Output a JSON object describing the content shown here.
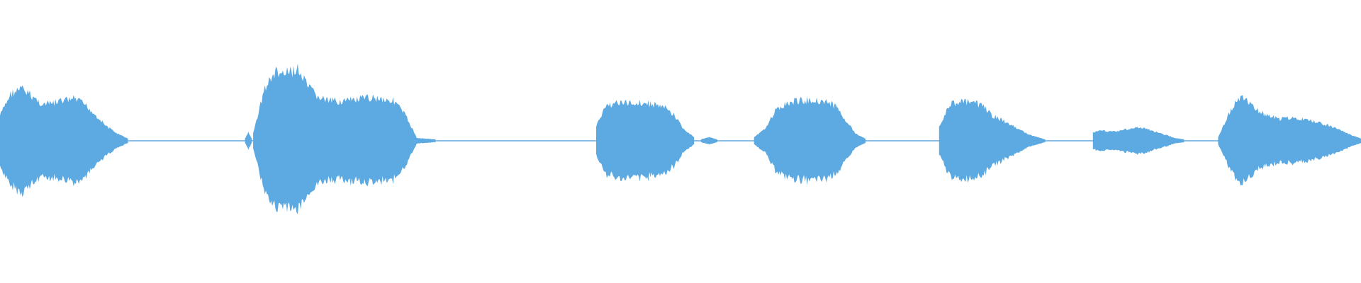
{
  "waveform": {
    "color": "#5daae2",
    "background": "#ffffff",
    "segments": [
      {
        "start": 0.0,
        "end": 0.094,
        "envelope": [
          0.35,
          0.65,
          0.72,
          0.62,
          0.5,
          0.52,
          0.56,
          0.58,
          0.5,
          0.35,
          0.2,
          0.1,
          0.03
        ]
      },
      {
        "start": 0.18,
        "end": 0.185,
        "envelope": [
          0.03,
          0.12,
          0.03
        ]
      },
      {
        "start": 0.186,
        "end": 0.306,
        "envelope": [
          0.1,
          0.7,
          0.95,
          0.92,
          1.0,
          0.75,
          0.6,
          0.55,
          0.55,
          0.56,
          0.58,
          0.6,
          0.58,
          0.55,
          0.35,
          0.05
        ]
      },
      {
        "start": 0.306,
        "end": 0.32,
        "envelope": [
          0.04,
          0.03,
          0.02
        ]
      },
      {
        "start": 0.438,
        "end": 0.51,
        "envelope": [
          0.2,
          0.48,
          0.53,
          0.52,
          0.53,
          0.52,
          0.5,
          0.46,
          0.35,
          0.15,
          0.05
        ]
      },
      {
        "start": 0.515,
        "end": 0.527,
        "envelope": [
          0.02,
          0.05,
          0.02
        ]
      },
      {
        "start": 0.554,
        "end": 0.636,
        "envelope": [
          0.05,
          0.15,
          0.4,
          0.5,
          0.55,
          0.56,
          0.56,
          0.55,
          0.48,
          0.3,
          0.1,
          0.03
        ]
      },
      {
        "start": 0.69,
        "end": 0.768,
        "envelope": [
          0.2,
          0.5,
          0.55,
          0.52,
          0.5,
          0.35,
          0.28,
          0.2,
          0.12,
          0.06,
          0.02
        ]
      },
      {
        "start": 0.803,
        "end": 0.87,
        "envelope": [
          0.12,
          0.14,
          0.13,
          0.14,
          0.17,
          0.18,
          0.16,
          0.12,
          0.08,
          0.04,
          0.02
        ]
      },
      {
        "start": 0.895,
        "end": 1.0,
        "envelope": [
          0.05,
          0.35,
          0.6,
          0.55,
          0.4,
          0.35,
          0.3,
          0.32,
          0.3,
          0.28,
          0.25,
          0.2,
          0.15,
          0.08,
          0.03
        ]
      }
    ]
  }
}
